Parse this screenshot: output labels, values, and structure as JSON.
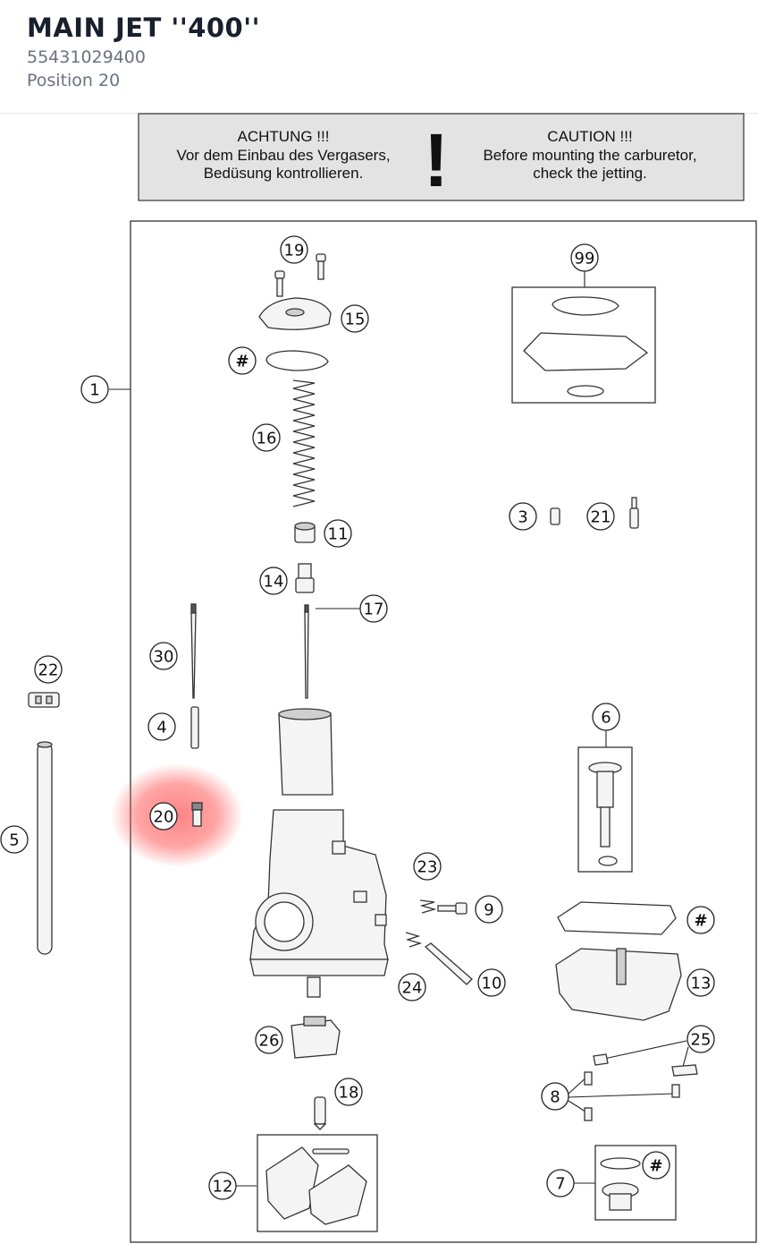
{
  "part": {
    "title": "MAIN JET ''400''",
    "number": "55431029400",
    "position": "Position 20"
  },
  "warning": {
    "de_title": "ACHTUNG !!!",
    "de_line1": "Vor dem Einbau des Vergasers,",
    "de_line2": "Bedüsung kontrollieren.",
    "mark": "!",
    "en_title": "CAUTION !!!",
    "en_line1": "Before mounting the carburetor,",
    "en_line2": "check the jetting."
  },
  "callouts": {
    "c1": "1",
    "c3": "3",
    "c4": "4",
    "c5": "5",
    "c6": "6",
    "c7": "7",
    "c8": "8",
    "c9": "9",
    "c10": "10",
    "c11": "11",
    "c12": "12",
    "c13": "13",
    "c14": "14",
    "c15": "15",
    "c16": "16",
    "c17": "17",
    "c18": "18",
    "c19": "19",
    "c20": "20",
    "c21": "21",
    "c22": "22",
    "c23": "23",
    "c24": "24",
    "c25": "25",
    "c26": "26",
    "c30": "30",
    "c99": "99",
    "hash1": "#",
    "hash2": "#",
    "hash3": "#"
  },
  "highlight": {
    "position": "20",
    "color": "#ff5a5a"
  }
}
